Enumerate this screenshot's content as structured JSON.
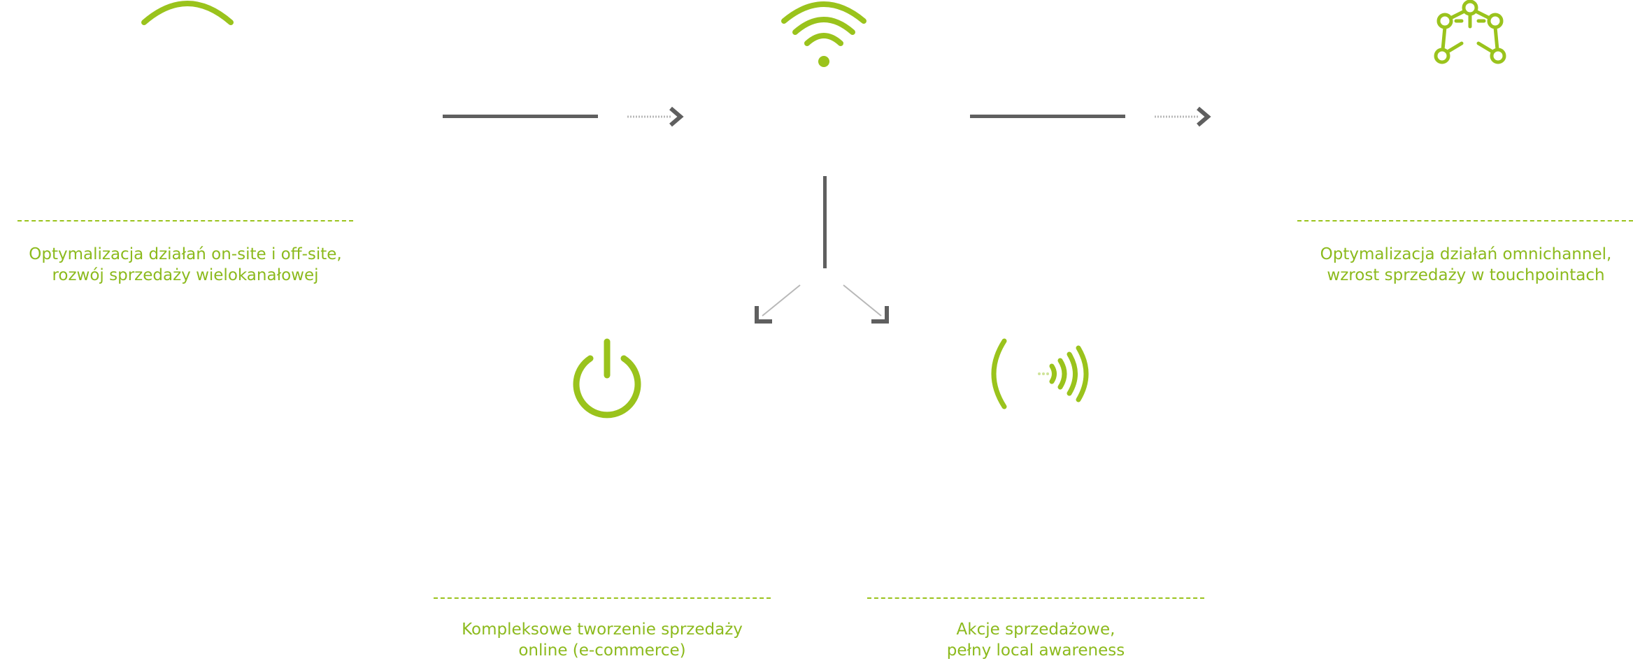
{
  "colors": {
    "accent": "#9ac31c",
    "caption": "#8cba1d",
    "connector": "#5f5f5f"
  },
  "nodes": [
    {
      "id": "seo",
      "icon": "arc-icon",
      "caption_lines": [
        "Optymalizacja działań on-site i off-site,",
        "rozwój sprzedaży wielokanałowej"
      ]
    },
    {
      "id": "wifi",
      "icon": "wifi-icon",
      "caption_lines": []
    },
    {
      "id": "omnichannel",
      "icon": "network-icon",
      "caption_lines": [
        "Optymalizacja działań omnichannel,",
        "wzrost sprzedaży w touchpointach"
      ]
    },
    {
      "id": "ecommerce",
      "icon": "power-icon",
      "caption_lines": [
        "Kompleksowe tworzenie sprzedaży",
        "online (e-commerce)"
      ]
    },
    {
      "id": "local",
      "icon": "nfc-icon",
      "caption_lines": [
        "Akcje sprzedażowe,",
        "pełny local awareness"
      ]
    }
  ]
}
